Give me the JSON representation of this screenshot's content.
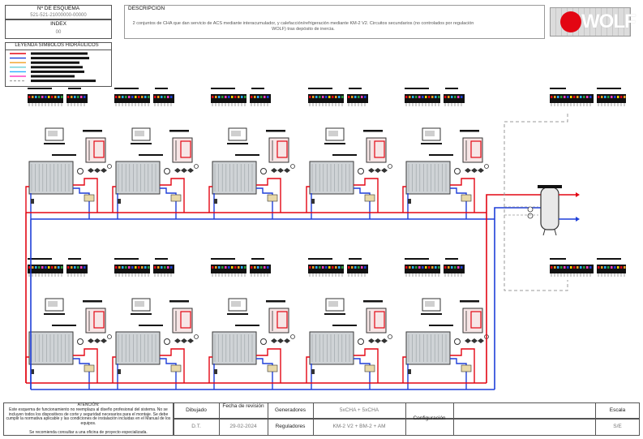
{
  "header": {
    "scheme_label": "Nº DE ESQUEMA",
    "scheme_value": "521-521-21000000-00000",
    "index_label": "INDEX",
    "index_value": "00",
    "description_label": "DESCRIPCION",
    "description_text": "2 conjuntos de CHA que dan servicio de ACS mediante interacumulador, y calefacción/refrigeración mediante KM-2 V2. Circuitos secundarios (no controlados por regulación WOLF) tras depósito de inercia.",
    "logo_text": "WOLF"
  },
  "legend": {
    "title": "LEYENDA SIMBOLOS HIDRÁULICOS",
    "colors": [
      "#e30613",
      "#1e3fd9",
      "#f0a020",
      "#6ad1d6",
      "#2ab0ff",
      "#ff40c0",
      "#aaaaaa"
    ]
  },
  "footer": {
    "attention_title": "ATENCIÓN:",
    "attention_text": "Este esquema de funcionamiento no reemplaza al diseño profesional del sistema. No se incluyen todos los dispositivos de corte y seguridad necesarios para el montaje. Se debe cumplir la normativa aplicable y las condiciones de instalación incluidas en el Manual de los equipos.",
    "attention_note": "Se recomienda consultar a una oficina de proyecto especializada.",
    "drawn_label": "Dibujado",
    "drawn_value": "D.T.",
    "revision_label": "Fecha de revisión",
    "revision_value": "29-02-2024",
    "generators_label": "Generadores",
    "generators_value": "5xCHA + 5xCHA",
    "regulators_label": "Reguladores",
    "regulators_value": "KM-2 V2 + BM-2 + AM",
    "config_label": "Configuración",
    "scale_label": "Escala",
    "scale_value": "S/E"
  },
  "diagram": {
    "units_per_row": 5,
    "rows": 2,
    "colors": {
      "supply": "#e30613",
      "return": "#1e3fd9",
      "dashed": "#9a9a9a",
      "unit": "#3a3a3a"
    }
  }
}
